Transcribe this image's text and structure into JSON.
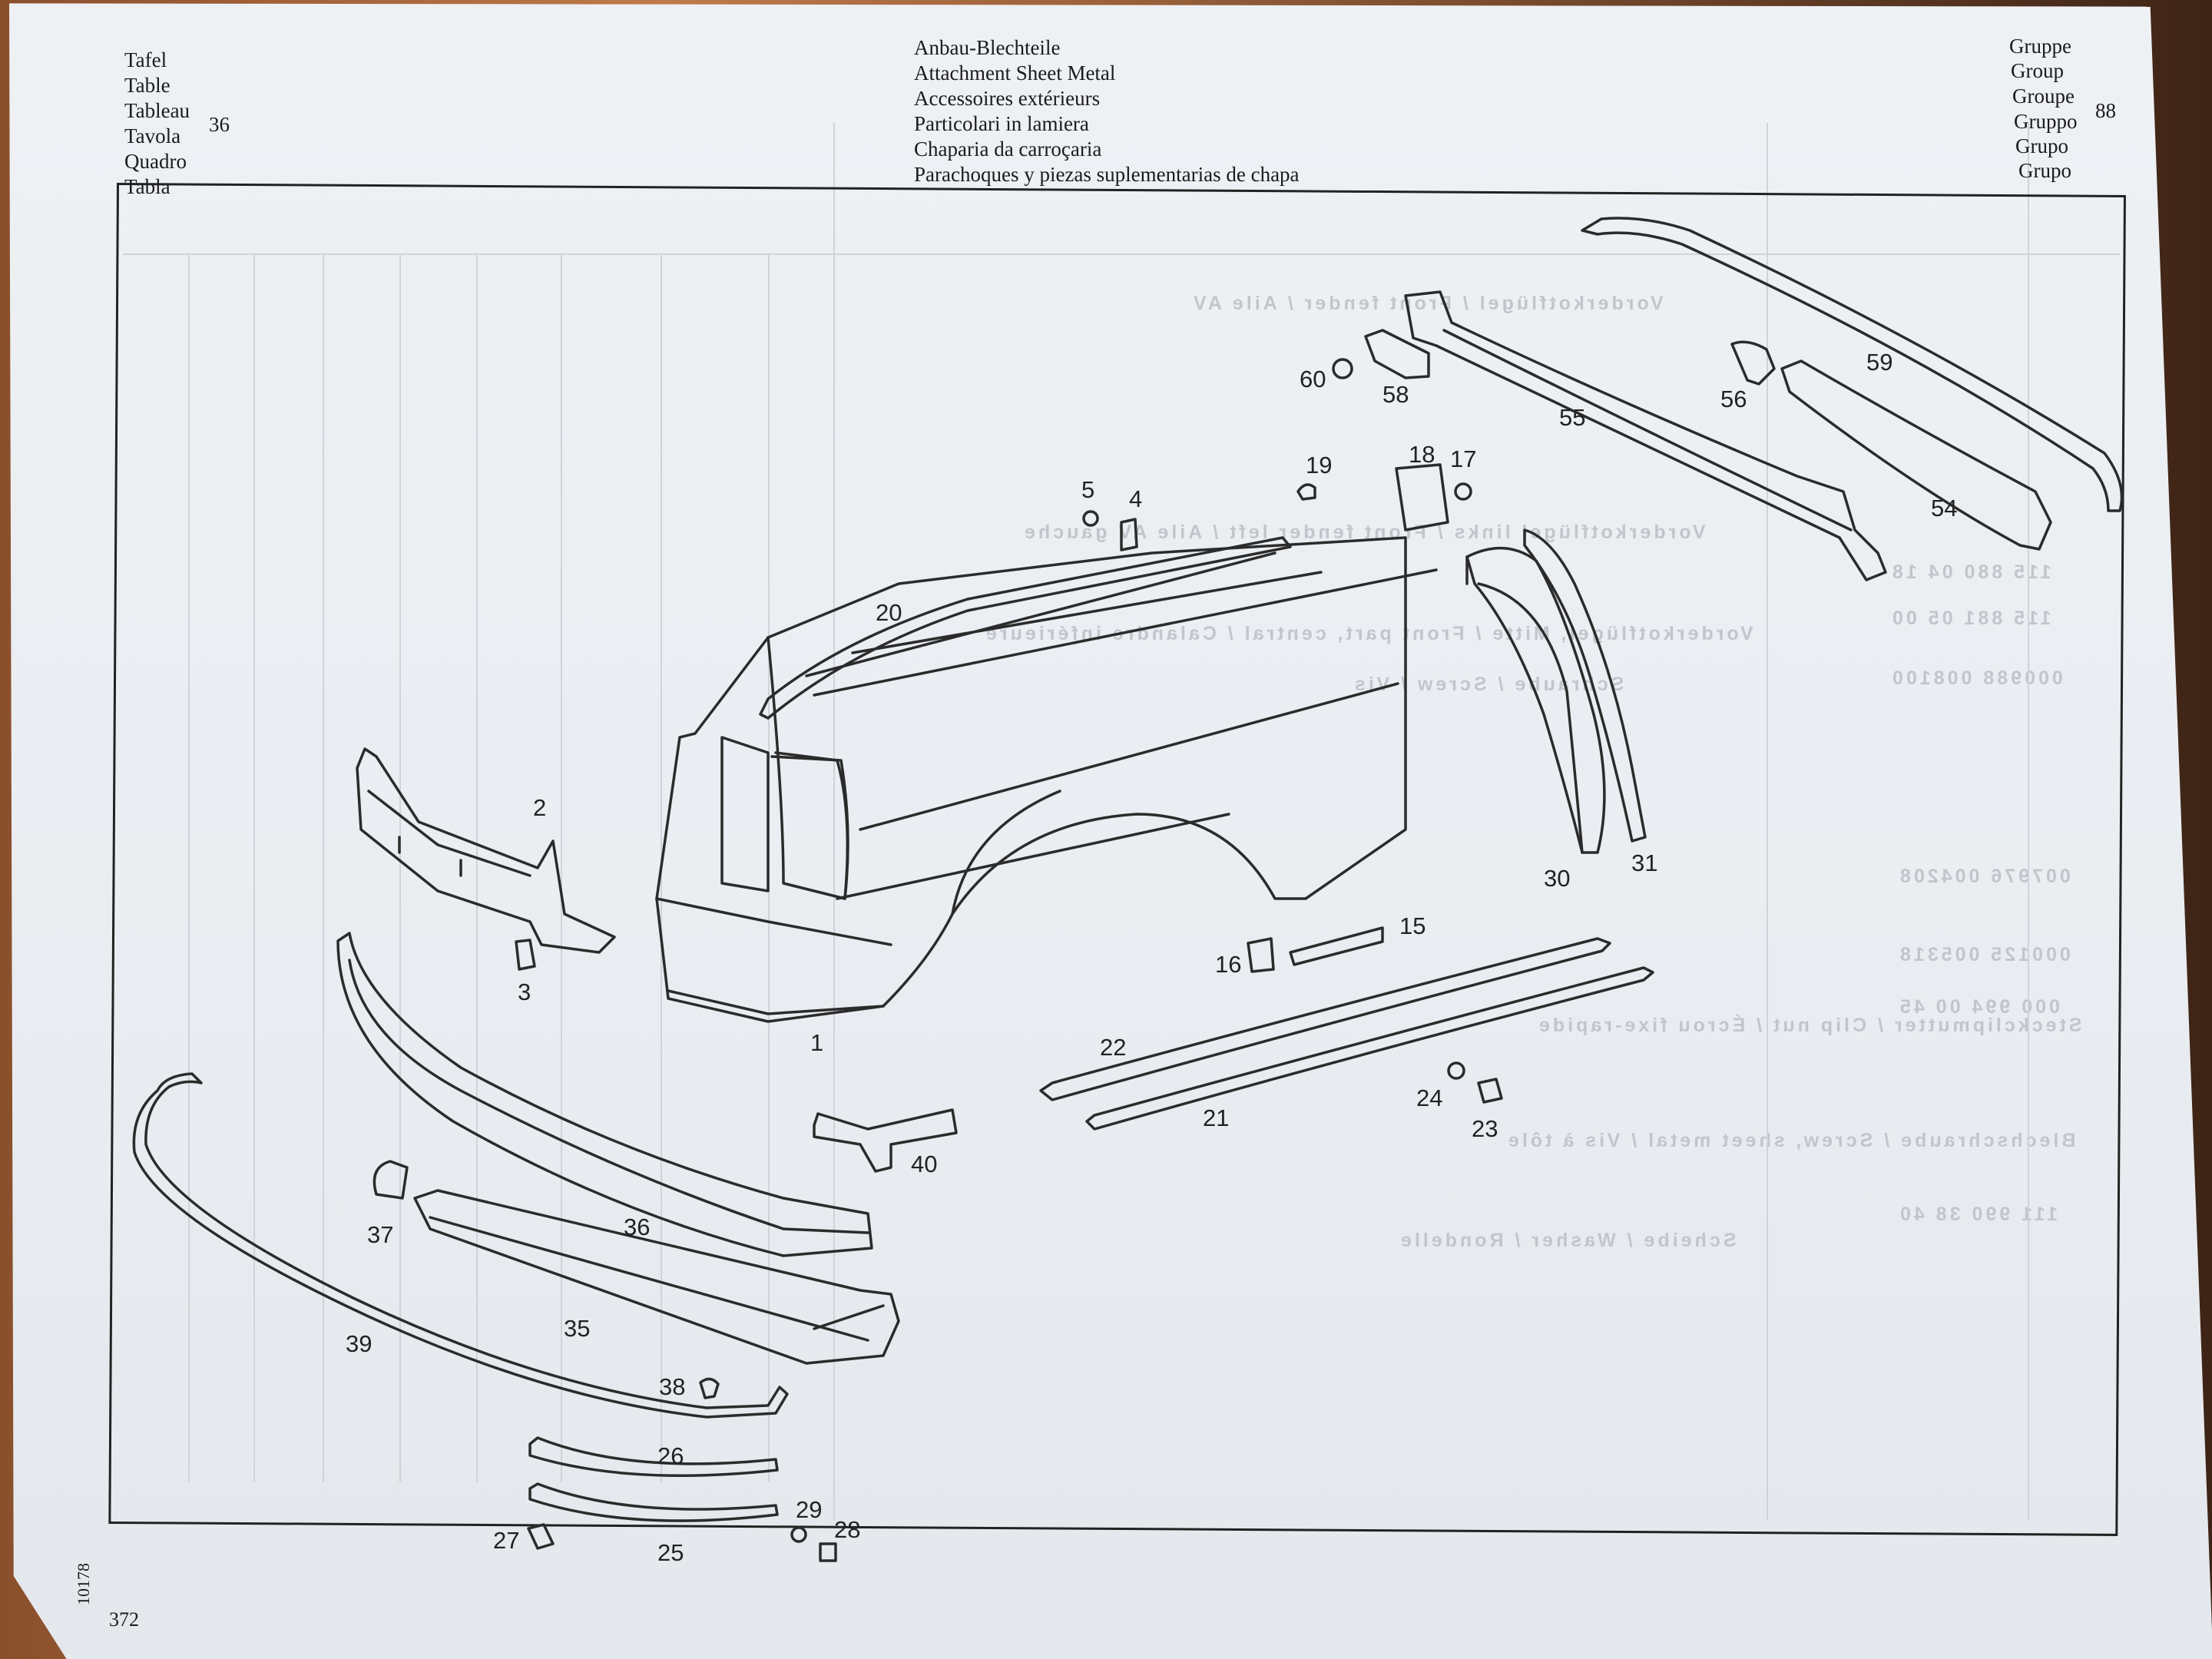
{
  "header": {
    "left_labels": [
      "Tafel",
      "Table",
      "Tableau",
      "Tavola",
      "Quadro",
      "Tabla"
    ],
    "table_number": "36",
    "title_lines": [
      "Anbau-Blechteile",
      "Attachment Sheet Metal",
      "Accessoires extérieurs",
      "Particolari in lamiera",
      "Chaparia da carroçaria",
      "Parachoques y piezas suplementarias de chapa"
    ],
    "right_labels": [
      "Gruppe",
      "Group",
      "Groupe",
      "Gruppo",
      "Grupo",
      "Grupo"
    ],
    "group_number": "88"
  },
  "footer": {
    "doc_number": "10178",
    "page_number": "372"
  },
  "bleed_through": [
    "Vorderkotflügel / Front fender / Aile AV",
    "Vorderkotflügel links / Front fender left / Aile AV gauche",
    "Vorderkotflügel, Mitte / Front part, central / Calandre inférieure",
    "Schraube / Screw / Vis",
    "Scheibe / Washer / Rondelle",
    "Blechschraube / Screw, sheet metal / Vis à tôle",
    "Steckclipmutter / Clip nut / Écrou fixe-rapide",
    "115 880 04 18",
    "115 881 05 00",
    "000988 008100",
    "007976 004208",
    "000125 005318",
    "000 994 00 45",
    "111 990 38 40"
  ],
  "callouts": [
    {
      "num": "1"
    },
    {
      "num": "2"
    },
    {
      "num": "3"
    },
    {
      "num": "4"
    },
    {
      "num": "5"
    },
    {
      "num": "15"
    },
    {
      "num": "16"
    },
    {
      "num": "17"
    },
    {
      "num": "18"
    },
    {
      "num": "19"
    },
    {
      "num": "20"
    },
    {
      "num": "21"
    },
    {
      "num": "22"
    },
    {
      "num": "23"
    },
    {
      "num": "24"
    },
    {
      "num": "25"
    },
    {
      "num": "26"
    },
    {
      "num": "27"
    },
    {
      "num": "28"
    },
    {
      "num": "29"
    },
    {
      "num": "30"
    },
    {
      "num": "31"
    },
    {
      "num": "35"
    },
    {
      "num": "36"
    },
    {
      "num": "37"
    },
    {
      "num": "38"
    },
    {
      "num": "39"
    },
    {
      "num": "40"
    },
    {
      "num": "54"
    },
    {
      "num": "55"
    },
    {
      "num": "56"
    },
    {
      "num": "58"
    },
    {
      "num": "59"
    },
    {
      "num": "60"
    }
  ]
}
